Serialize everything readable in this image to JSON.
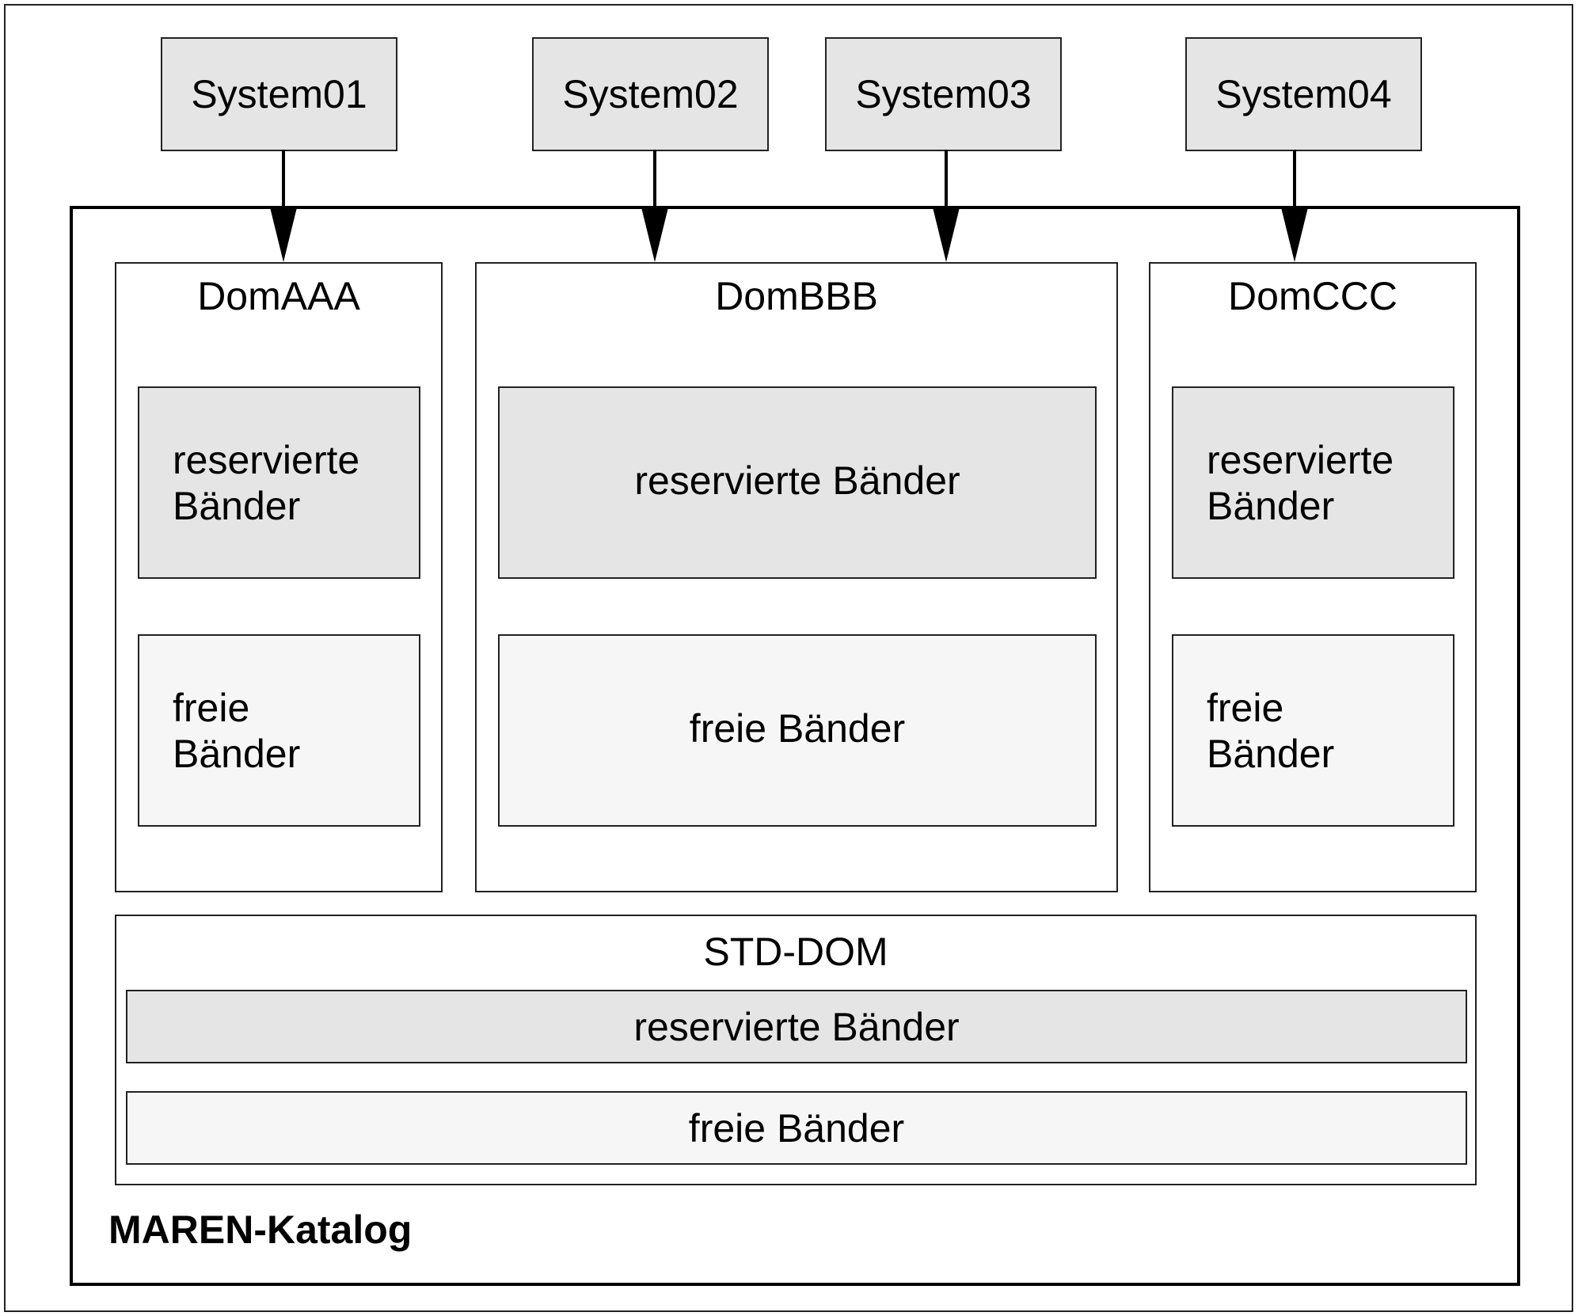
{
  "systems": [
    {
      "label": "System01"
    },
    {
      "label": "System02"
    },
    {
      "label": "System03"
    },
    {
      "label": "System04"
    }
  ],
  "domains": {
    "aaa": {
      "title": "DomAAA",
      "reserved": "reservierte Bänder",
      "free": "freie Bänder"
    },
    "bbb": {
      "title": "DomBBB",
      "reserved": "reservierte Bänder",
      "free": "freie Bänder"
    },
    "ccc": {
      "title": "DomCCC",
      "reserved": "reservierte Bänder",
      "free": "freie Bänder"
    }
  },
  "std_dom": {
    "title": "STD-DOM",
    "reserved": "reservierte Bänder",
    "free": "freie Bänder"
  },
  "catalog": {
    "label": "MAREN-Katalog"
  },
  "connections": [
    {
      "from": "System01",
      "to": "DomAAA"
    },
    {
      "from": "System02",
      "to": "DomBBB"
    },
    {
      "from": "System03",
      "to": "DomBBB"
    },
    {
      "from": "System04",
      "to": "DomCCC"
    }
  ]
}
